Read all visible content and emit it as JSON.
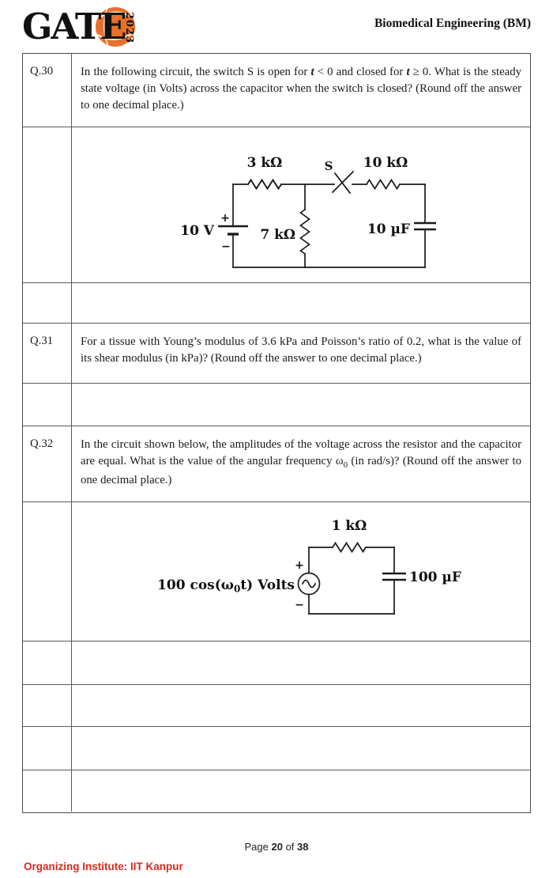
{
  "header": {
    "logo_text": "GATE",
    "logo_year": "2023",
    "title": "Biomedical Engineering (BM)"
  },
  "questions": {
    "q30": {
      "number": "Q.30",
      "p1": "In the following circuit, the switch S is open for ",
      "t1": "t",
      "p2": " < 0 and closed for ",
      "t2": "t",
      "p3": " ≥ 0. What is the steady state voltage (in Volts) across the capacitor when the switch is closed? (Round off the answer to one decimal place.)"
    },
    "q31": {
      "number": "Q.31",
      "text": "For a tissue with Young’s modulus of 3.6 kPa and Poisson’s ratio of 0.2, what is the value of its shear modulus (in kPa)? (Round off the answer to one decimal place.)"
    },
    "q32": {
      "number": "Q.32",
      "p1": "In the circuit shown below, the amplitudes of the voltage across the resistor and the capacitor are equal. What is the value of the angular frequency ",
      "omega": "ω",
      "omega_sub": "0",
      "p2": " (in rad/s)? (Round off the answer to one decimal place.)"
    }
  },
  "circuit1": {
    "resistor_top_left": "3 kΩ",
    "switch_label": "S",
    "resistor_top_right": "10 kΩ",
    "source_label": "10 V",
    "source_plus": "+",
    "source_minus": "−",
    "resistor_mid": "7 kΩ",
    "capacitor_label": "10 µF"
  },
  "circuit2": {
    "resistor_top": "1 kΩ",
    "source_pre": "100 cos(ω",
    "source_sub": "0",
    "source_post": "t) Volts",
    "source_plus": "+",
    "source_minus": "−",
    "capacitor_label": "100 µF"
  },
  "footer": {
    "page_word": "Page ",
    "page_num": "20",
    "of_word": " of ",
    "page_total": "38",
    "institute": "Organizing Institute: IIT Kanpur"
  },
  "colors": {
    "logo_blue": "#2456a4",
    "logo_orange": "#e8702a",
    "footer_red": "#d9291c"
  }
}
